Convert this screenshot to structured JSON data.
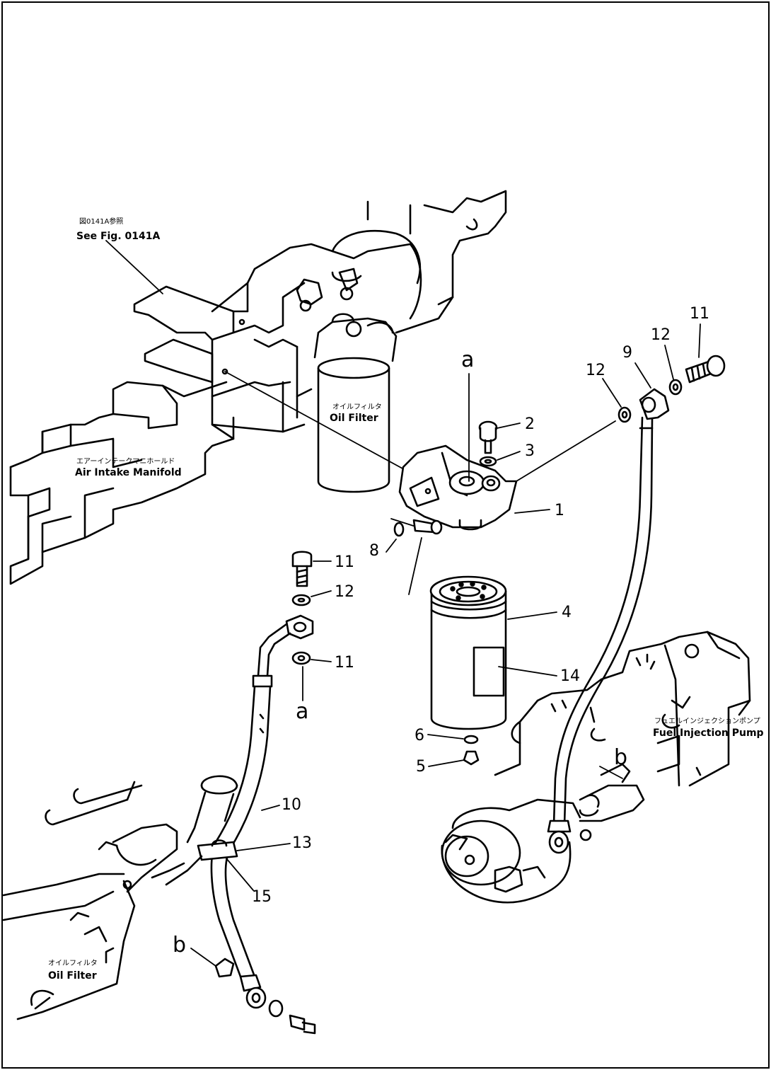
{
  "labels": {
    "see_fig_jp": "図0141A参照",
    "see_fig": "See Fig. 0141A",
    "intake_jp": "エアーインテークマニホールド",
    "intake": "Air Intake Manifold",
    "oil_filter_top_jp": "オイルフィルタ",
    "oil_filter_top": "Oil Filter",
    "fuel_pump_jp": "フュエルインジェクションポンプ",
    "fuel_pump": "Fuel Injection Pump",
    "oil_filter_bottom_jp": "オイルフィルタ",
    "oil_filter_bottom": "Oil Filter"
  },
  "callouts": {
    "p1": "1",
    "p2": "2",
    "p3": "3",
    "p4": "4",
    "p5": "5",
    "p6": "6",
    "p8": "8",
    "p9": "9",
    "p10": "10",
    "p11a": "11",
    "p11b": "11",
    "p11c": "11",
    "p12a": "12",
    "p12b": "12",
    "p12c": "12",
    "p13": "13",
    "p14": "14",
    "p15": "15"
  },
  "references": {
    "a_top": "a",
    "a_bottom": "a",
    "b_right": "b",
    "b_left": "b"
  }
}
